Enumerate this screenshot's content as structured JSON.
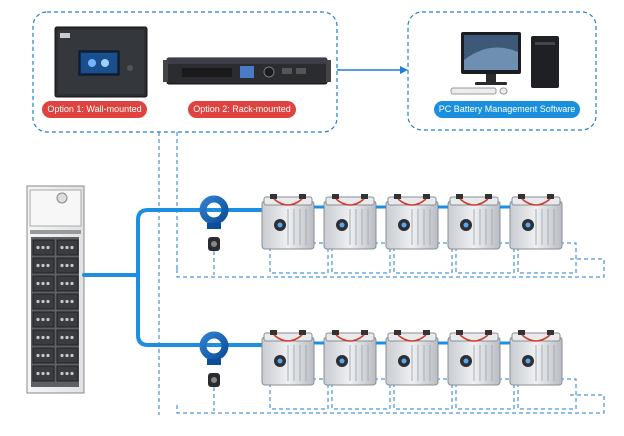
{
  "labels": {
    "option1": "Option 1: Wall-mounted",
    "option2": "Option 2: Rack-mounted",
    "software": "PC Battery Management Software"
  },
  "icons": {
    "wall_unit": "wall-mounted-monitor-icon",
    "rack_unit": "rack-mounted-monitor-icon",
    "pc": "desktop-pc-icon",
    "ups": "ups-cabinet-icon",
    "sensor": "current-sensor-icon",
    "battery": "battery-icon"
  },
  "colors": {
    "dashed_border": "#1f7fd3",
    "option_pill": "#e0423f",
    "software_pill": "#1a8fde",
    "bus_line": "#1e8fe0"
  },
  "battery_rows": [
    {
      "count": 5
    },
    {
      "count": 5
    }
  ]
}
